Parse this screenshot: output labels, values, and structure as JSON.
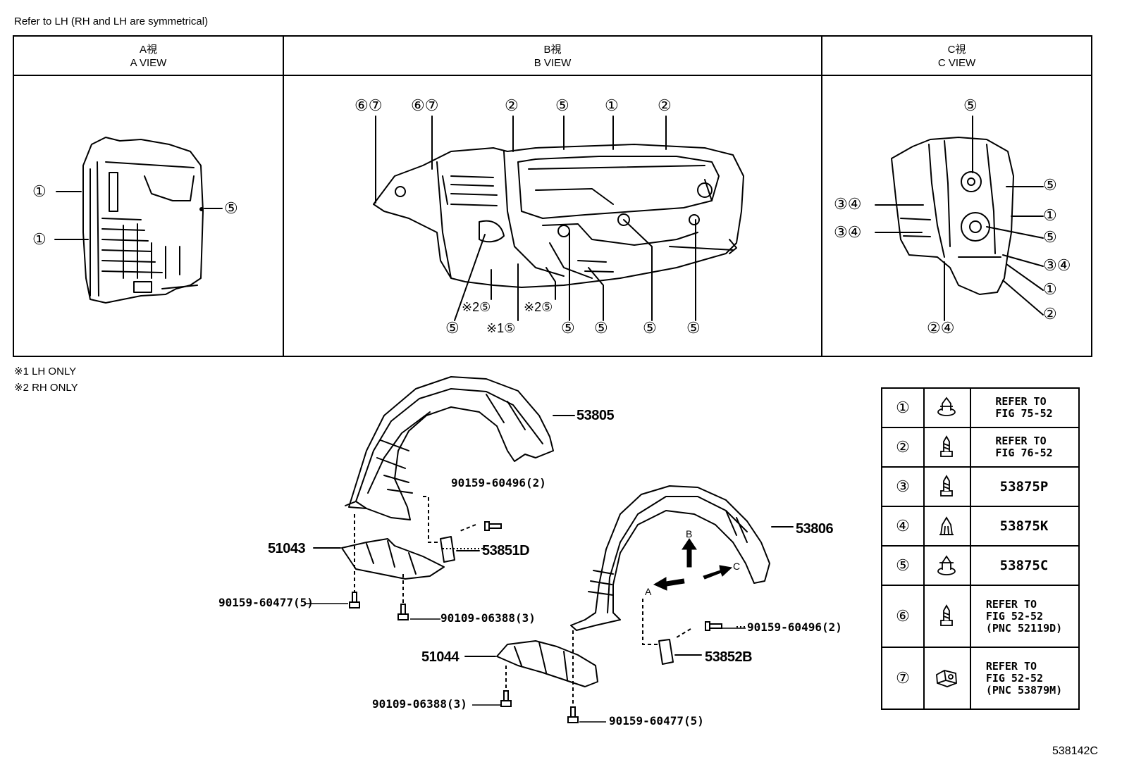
{
  "header_note": "Refer to LH (RH and LH are symmetrical)",
  "views": [
    {
      "jp": "A視",
      "en": "A VIEW"
    },
    {
      "jp": "B視",
      "en": "B VIEW"
    },
    {
      "jp": "C視",
      "en": "C VIEW"
    }
  ],
  "view_a_labels": [
    "①",
    "①",
    "⑤"
  ],
  "view_b_labels": {
    "top": [
      "⑥⑦",
      "⑥⑦",
      "②",
      "⑤",
      "①",
      "②"
    ],
    "bottom": [
      "※2⑤",
      "※2⑤",
      "⑤",
      "※1⑤",
      "⑤",
      "⑤",
      "⑤",
      "⑤"
    ]
  },
  "view_c_labels": {
    "top": "⑤",
    "left": [
      "③④",
      "③④"
    ],
    "right": [
      "⑤",
      "①",
      "⑤",
      "③④",
      "①",
      "②"
    ],
    "bottom": "②④"
  },
  "notes": [
    "※1 LH ONLY",
    "※2 RH ONLY"
  ],
  "parts": {
    "p53805": "53805",
    "p53806": "53806",
    "p51043": "51043",
    "p51044": "51044",
    "p53851D": "53851D",
    "p53852B": "53852B",
    "b1": "90159-60496(2)",
    "b2": "90159-60496(2)",
    "b3": "90159-60477(5)",
    "b4": "90159-60477(5)",
    "b5": "90109-06388(3)",
    "b6": "90109-06388(3)"
  },
  "arrows": {
    "b": "B",
    "a": "A",
    "c": "C"
  },
  "legend": [
    {
      "num": "①",
      "icon": "clip-icon",
      "text": "REFER TO\nFIG 75-52"
    },
    {
      "num": "②",
      "icon": "screw-icon",
      "text": "REFER TO\nFIG 76-52"
    },
    {
      "num": "③",
      "icon": "screw-icon",
      "text": "53875P"
    },
    {
      "num": "④",
      "icon": "nut-icon",
      "text": "53875K"
    },
    {
      "num": "⑤",
      "icon": "clip-icon",
      "text": "53875C"
    },
    {
      "num": "⑥",
      "icon": "screw-icon",
      "text": "REFER TO\nFIG 52-52\n(PNC 52119D)"
    },
    {
      "num": "⑦",
      "icon": "retainer-icon",
      "text": "REFER TO\nFIG 52-52\n(PNC 53879M)"
    }
  ],
  "figure_code": "538142C"
}
